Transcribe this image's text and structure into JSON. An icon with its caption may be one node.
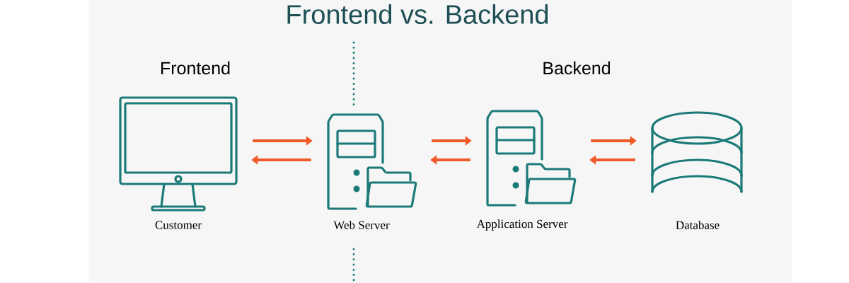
{
  "diagram": {
    "title": "Frontend vs. Backend",
    "nodes": [
      {
        "text": [],
        "shape": "monitor",
        "beside": [
          "Customer"
        ]
      },
      {
        "text": [],
        "shape": "server",
        "beside": [
          "Web Server"
        ]
      },
      {
        "text": [],
        "shape": "server",
        "beside": [
          "Application Server"
        ]
      },
      {
        "text": [],
        "shape": "cylinder",
        "beside": [
          "Database"
        ]
      }
    ],
    "edges": [
      {
        "from": 0,
        "to": 1,
        "arrow": "to"
      },
      {
        "from": 1,
        "to": 0,
        "arrow": "to"
      },
      {
        "from": 1,
        "to": 2,
        "arrow": "to"
      },
      {
        "from": 2,
        "to": 1,
        "arrow": "to"
      },
      {
        "from": 2,
        "to": 3,
        "arrow": "to"
      },
      {
        "from": 3,
        "to": 2,
        "arrow": "to"
      }
    ],
    "labels": [
      "Frontend",
      "Backend"
    ]
  }
}
